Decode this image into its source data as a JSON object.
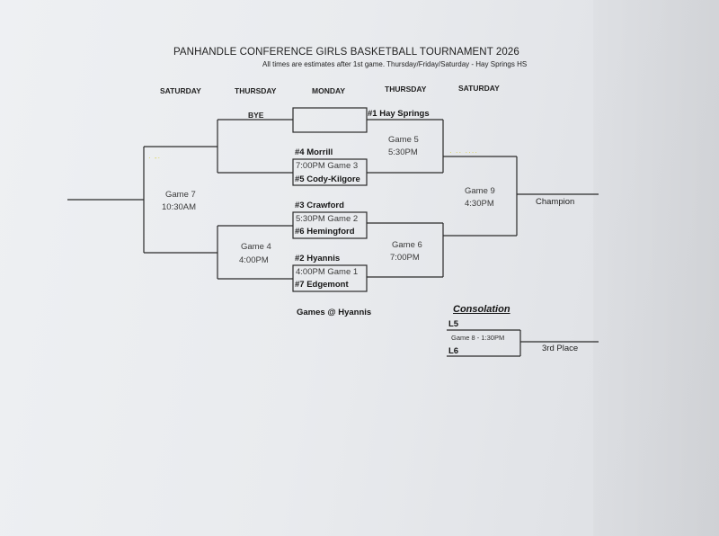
{
  "header": {
    "title": "PANHANDLE CONFERENCE GIRLS BASKETBALL TOURNAMENT 2026",
    "subtitle": "All times are estimates after 1st game.   Thursday/Friday/Saturday - Hay Springs HS"
  },
  "days": [
    "SATURDAY",
    "THURSDAY",
    "MONDAY",
    "THURSDAY",
    "SATURDAY"
  ],
  "round1": {
    "bye_label": "BYE",
    "game3": {
      "top": "#4 Morrill",
      "label": "7:00PM Game 3",
      "bottom": "#5 Cody-Kilgore"
    },
    "game2": {
      "top": "#3 Crawford",
      "label": "5:30PM  Game 2",
      "bottom": "#6 Hemingford"
    },
    "game1": {
      "top": "#2 Hyannis",
      "label": "4:00PM Game 1",
      "bottom": "#7 Edgemont"
    }
  },
  "seed1": "#1 Hay Springs",
  "games": {
    "game5": {
      "name": "Game 5",
      "time": "5:30PM"
    },
    "game6": {
      "name": "Game 6",
      "time": "7:00PM"
    },
    "game4": {
      "name": "Game 4",
      "time": "4:00PM"
    },
    "game7": {
      "name": "Game 7",
      "time": "10:30AM"
    },
    "game9": {
      "name": "Game 9",
      "time": "4:30PM"
    }
  },
  "champion_label": "Champion",
  "venue_note": "Games @ Hyannis",
  "consolation": {
    "title": "Consolation",
    "top": "L5",
    "game": "Game 8 - 1:30PM",
    "bottom": "L6",
    "result_label": "3rd Place"
  },
  "highlight_color": "#d8cf3a",
  "line_color": "#2a2a2a"
}
